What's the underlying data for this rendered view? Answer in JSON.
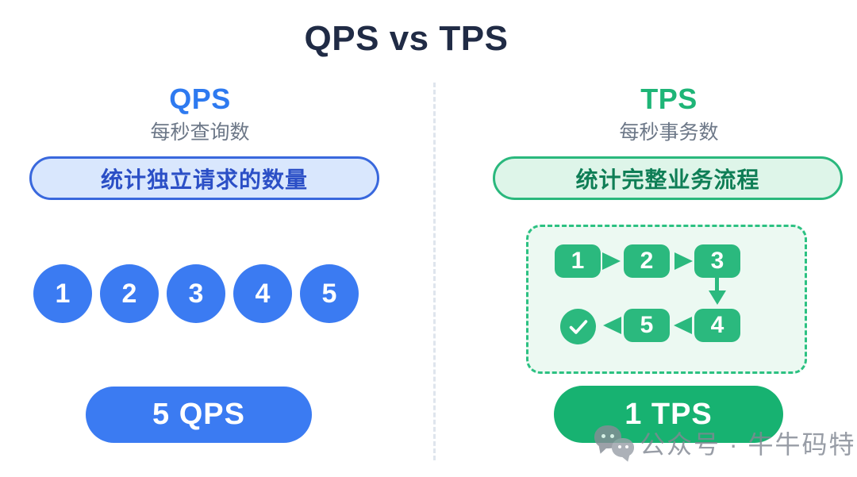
{
  "title": "QPS vs TPS",
  "left": {
    "heading": "QPS",
    "subtitle": "每秒查询数",
    "tagline": "统计独立请求的数量",
    "queries": [
      "1",
      "2",
      "3",
      "4",
      "5"
    ],
    "result": "5 QPS"
  },
  "right": {
    "heading": "TPS",
    "subtitle": "每秒事务数",
    "tagline": "统计完整业务流程",
    "steps": [
      "1",
      "2",
      "3",
      "4",
      "5"
    ],
    "result": "1 TPS"
  },
  "watermark": {
    "icon": "wechat-icon",
    "text": "公众号 · 牛牛码特"
  },
  "colors": {
    "blue": "#3b7bf2",
    "blue_heading": "#2e7af0",
    "blue_tagline_fill": "#d9e7fd",
    "blue_tagline_border": "#3968dd",
    "blue_tagline_text": "#2b4fc6",
    "green": "#17b271",
    "green_heading": "#1eb577",
    "green_step": "#2bb97e",
    "green_tagline_fill": "#def5e9",
    "green_tagline_border": "#2ab87d",
    "green_tagline_text": "#0f7e56",
    "flow_box_fill": "#ecf9f2",
    "flow_box_border": "#2cc182",
    "title_text": "#202b45",
    "subtitle_text": "#6d7888",
    "divider": "#dfe5ed",
    "watermark_gray": "#828893"
  }
}
